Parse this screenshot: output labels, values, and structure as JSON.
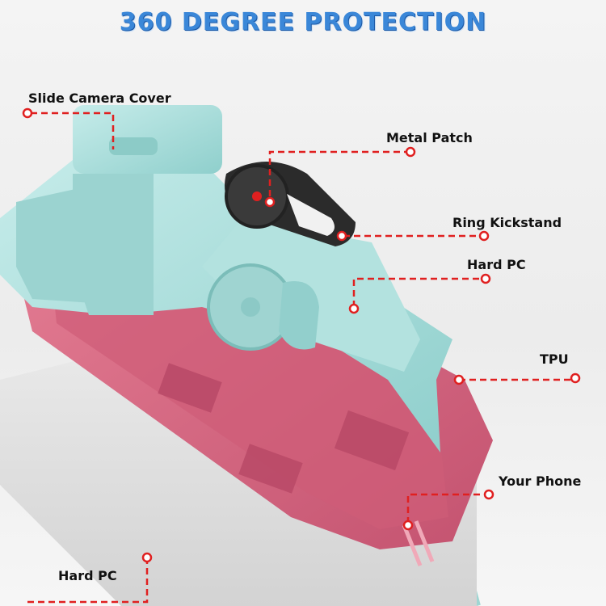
{
  "title": "360 DEGREE PROTECTION",
  "labels": {
    "slide_camera_cover": "Slide Camera Cover",
    "metal_patch": "Metal Patch",
    "ring_kickstand": "Ring Kickstand",
    "hard_pc_top": "Hard PC",
    "tpu": "TPU",
    "your_phone": "Your Phone",
    "hard_pc_bottom": "Hard PC"
  },
  "colors": {
    "title": "#3a87d8",
    "callout": "#e02020",
    "mint_shell": "#a9dcd9",
    "pink_bumper": "#d9667e",
    "ring": "#2a2a2a"
  }
}
